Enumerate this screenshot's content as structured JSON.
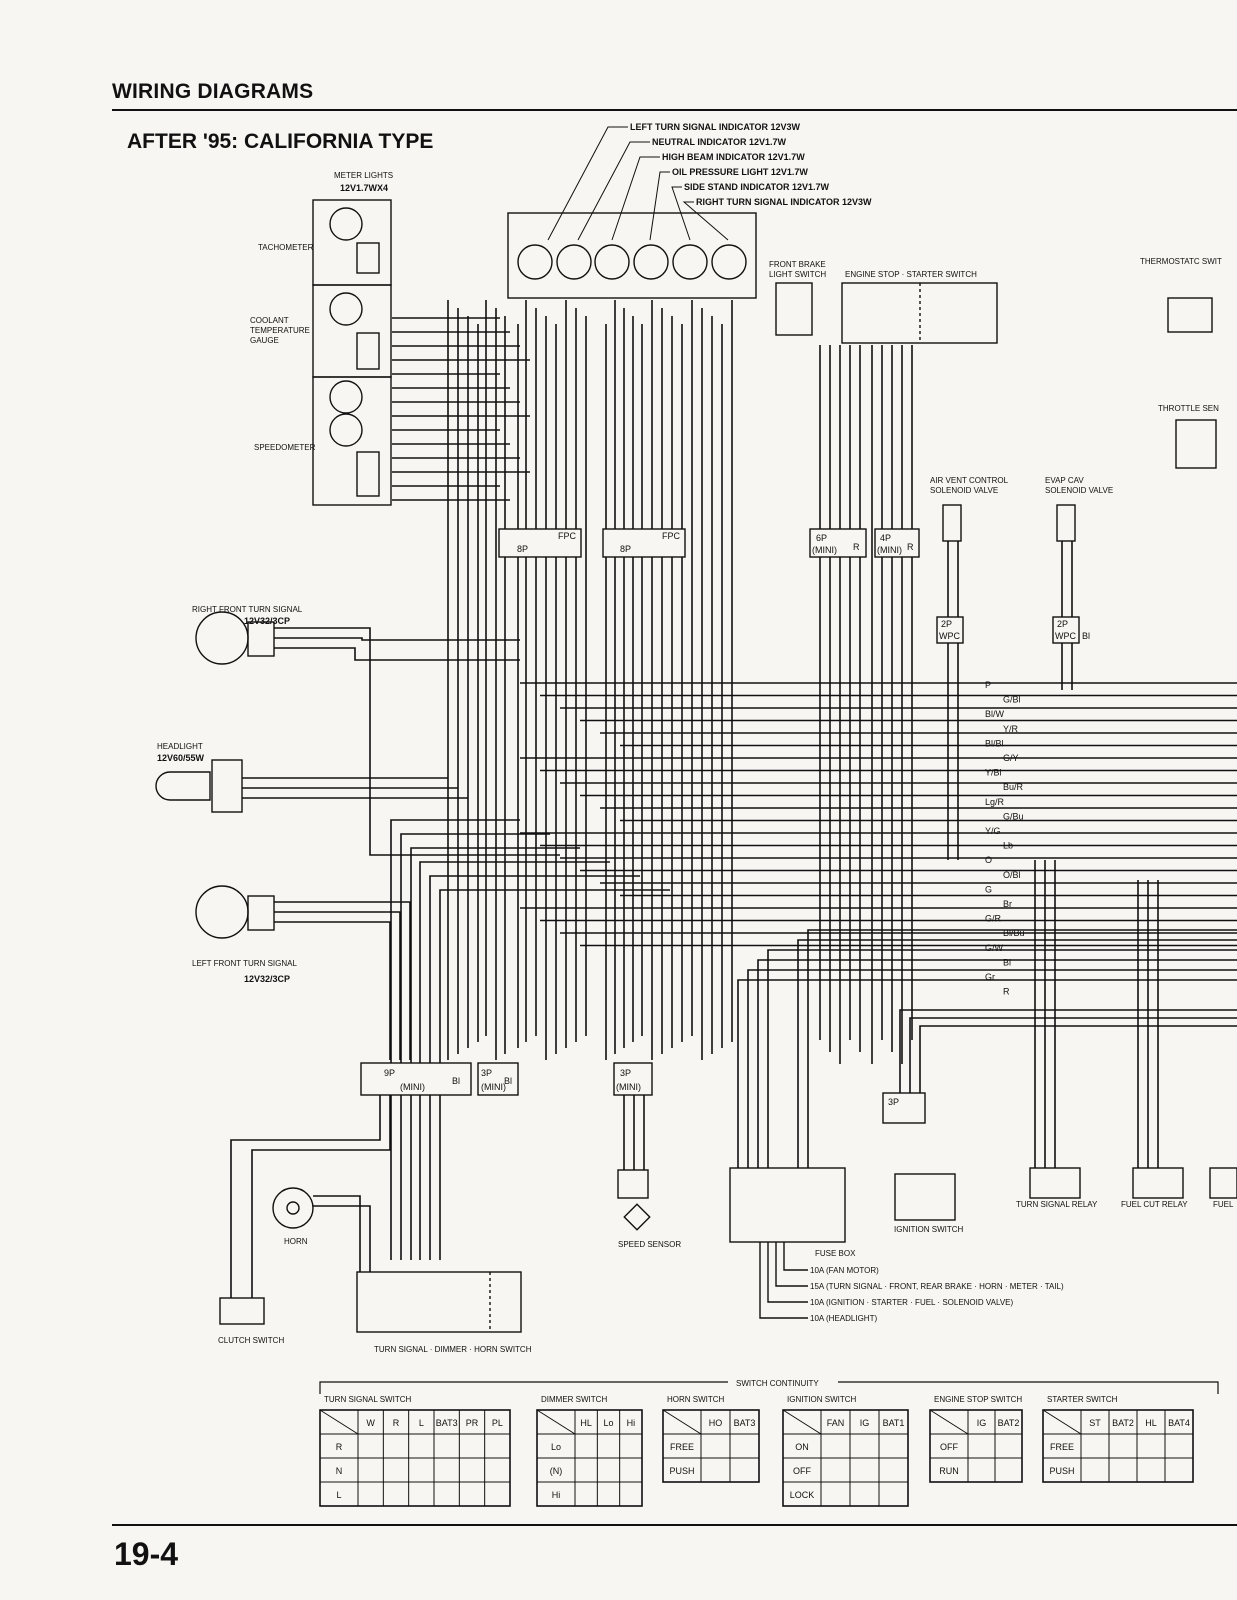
{
  "header": {
    "section": "WIRING DIAGRAMS",
    "title": "AFTER '95: CALIFORNIA TYPE",
    "page_number": "19-4"
  },
  "indicators": {
    "items": [
      "LEFT TURN SIGNAL INDICATOR 12V3W",
      "NEUTRAL INDICATOR 12V1.7W",
      "HIGH BEAM INDICATOR 12V1.7W",
      "OIL PRESSURE LIGHT 12V1.7W",
      "SIDE STAND INDICATOR 12V1.7W",
      "RIGHT TURN SIGNAL INDICATOR 12V3W"
    ]
  },
  "meter": {
    "lights": "METER LIGHTS",
    "lights_rating": "12V1.7WX4",
    "tach": "TACHOMETER",
    "coolant1": "COOLANT",
    "coolant2": "TEMPERATURE",
    "coolant3": "GAUGE",
    "speedo": "SPEEDOMETER"
  },
  "components": {
    "rf_turn": "RIGHT FRONT TURN SIGNAL",
    "rf_turn_rating": "12V32/3CP",
    "headlight": "HEADLIGHT",
    "headlight_rating": "12V60/55W",
    "lf_turn": "LEFT FRONT TURN SIGNAL",
    "lf_turn_rating": "12V32/3CP",
    "horn": "HORN",
    "clutch": "CLUTCH SWITCH",
    "handlebar_sw": "TURN SIGNAL · DIMMER · HORN SWITCH",
    "speed_sensor": "SPEED SENSOR",
    "front_brake1": "FRONT BRAKE",
    "front_brake2": "LIGHT SWITCH",
    "engine_stop": "ENGINE STOP · STARTER SWITCH",
    "air_vent1": "AIR VENT CONTROL",
    "air_vent2": "SOLENOID VALVE",
    "evap1": "EVAP CAV",
    "evap2": "SOLENOID VALVE",
    "thermo": "THERMOSTATC SWIT",
    "throttle": "THROTTLE SEN",
    "ignition": "IGNITION SWITCH",
    "turn_relay": "TURN SIGNAL RELAY",
    "fuel_cut": "FUEL CUT RELAY",
    "fuel": "FUEL",
    "fuse_box": "FUSE BOX",
    "fuses": [
      "10A (FAN MOTOR)",
      "15A (TURN SIGNAL · FRONT, REAR BRAKE · HORN · METER · TAIL)",
      "10A (IGNITION · STARTER · FUEL · SOLENOID VALVE)",
      "10A (HEADLIGHT)"
    ]
  },
  "connectors": {
    "c8p": "8P",
    "fpc": "FPC",
    "c6p": "6P",
    "c4p": "4P",
    "mini": "(MINI)",
    "c9p": "9P",
    "c3p": "3P",
    "c2p": "2P",
    "wpc": "WPC",
    "r": "R",
    "bl": "Bl",
    "w": "W"
  },
  "right_wires": [
    "P",
    "G/Bl",
    "Bl/W",
    "Y/R",
    "Bl/Bl",
    "G/Y",
    "Y/Bl",
    "Bu/R",
    "Lg/R",
    "G/Bu",
    "Y/G",
    "Lb",
    "O",
    "O/Bl",
    "G",
    "Br",
    "G/R",
    "Bl/Bu",
    "G/W",
    "Bl",
    "Gr",
    "R"
  ],
  "switch_continuity": {
    "title": "SWITCH CONTINUITY",
    "tables": [
      {
        "name": "TURN SIGNAL SWITCH",
        "cols": [
          "W",
          "R",
          "L",
          "BAT3",
          "PR",
          "PL"
        ],
        "rows": [
          "R",
          "N",
          "L"
        ]
      },
      {
        "name": "DIMMER SWITCH",
        "cols": [
          "HL",
          "Lo",
          "Hi"
        ],
        "rows": [
          "Lo",
          "(N)",
          "Hi"
        ]
      },
      {
        "name": "HORN SWITCH",
        "cols": [
          "HO",
          "BAT3"
        ],
        "rows": [
          "FREE",
          "PUSH"
        ]
      },
      {
        "name": "IGNITION SWITCH",
        "cols": [
          "FAN",
          "IG",
          "BAT1"
        ],
        "rows": [
          "ON",
          "OFF",
          "LOCK"
        ]
      },
      {
        "name": "ENGINE STOP SWITCH",
        "cols": [
          "IG",
          "BAT2"
        ],
        "rows": [
          "OFF",
          "RUN"
        ]
      },
      {
        "name": "STARTER SWITCH",
        "cols": [
          "ST",
          "BAT2",
          "HL",
          "BAT4"
        ],
        "rows": [
          "FREE",
          "PUSH"
        ]
      }
    ]
  }
}
